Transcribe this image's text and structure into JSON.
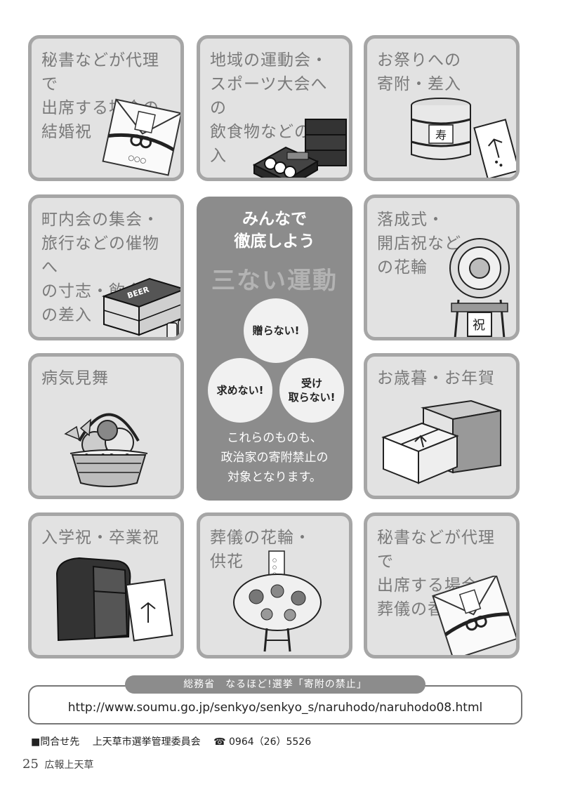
{
  "tiles": [
    {
      "label": "秘書などが代理で\n出席する場合の\n結婚祝",
      "icon": "envelope-icon"
    },
    {
      "label": "地域の運動会・\nスポーツ大会への\n飲食物などの差入",
      "icon": "bento-box-icon"
    },
    {
      "label": "お祭りへの\n寄附・差入",
      "icon": "sake-barrel-icon"
    },
    {
      "label": "町内会の集会・\n旅行などの催物へ\nの寸志・飲食物\nの差入",
      "icon": "beer-case-icon",
      "box_text": "BEER"
    },
    {
      "label": "落成式・\n開店祝など\nの花輪",
      "icon": "flower-wreath-icon",
      "sign_text": "祝"
    },
    {
      "label": "病気見舞",
      "icon": "fruit-basket-icon"
    },
    {
      "label": "お歳暮・お年賀",
      "icon": "gift-box-icon"
    },
    {
      "label": "入学祝・卒業祝",
      "icon": "school-bag-icon"
    },
    {
      "label": "葬儀の花輪・\n供花",
      "icon": "funeral-flower-icon"
    },
    {
      "label": "秘書などが代理で\n出席する場合の\n葬儀の香典",
      "icon": "condolence-envelope-icon"
    }
  ],
  "center": {
    "title": "みんなで\n徹底しよう",
    "main": "三ない運動",
    "circles": [
      "贈らない!",
      "求めない!",
      "受け\n取らない!"
    ],
    "note": "これらのものも、\n政治家の寄附禁止の\n対象となります。"
  },
  "reference": {
    "tab": "総務省　なるほど!選挙「寄附の禁止」",
    "url": "http://www.soumu.go.jp/senkyo/senkyo_s/naruhodo/naruhodo08.html"
  },
  "contact": {
    "label": "■問合せ先",
    "org": "上天草市選挙管理委員会",
    "phone": "☎ 0964（26）5526"
  },
  "footer": {
    "page": "25",
    "publication": "広報上天草"
  },
  "colors": {
    "tile_bg": "#e2e2e2",
    "tile_border": "#a6a6a6",
    "panel_bg": "#8c8c8c"
  }
}
